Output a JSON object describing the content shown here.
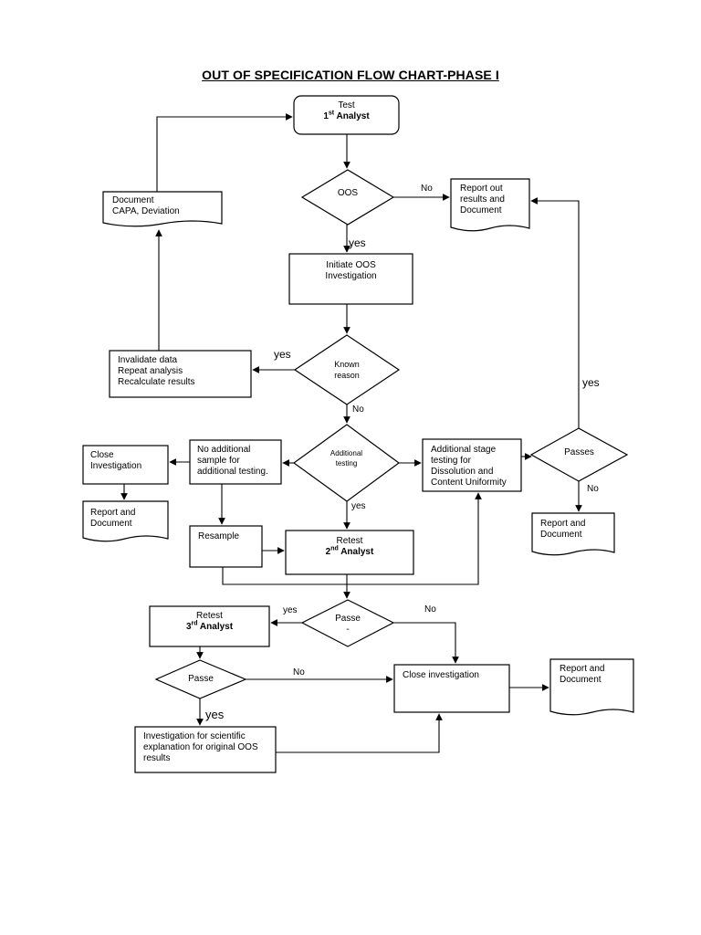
{
  "title": "OUT OF SPECIFICATION FLOW CHART-PHASE I",
  "nodes": {
    "test": {
      "line1": "Test",
      "line2": "1",
      "sup": "st",
      "line2_rest": " Analyst"
    },
    "oos": {
      "text": "OOS"
    },
    "report_out": {
      "line1": "Report out",
      "line2": "results and",
      "line3": "Document"
    },
    "document_capa": {
      "line1": "Document",
      "line2": "CAPA, Deviation"
    },
    "initiate": {
      "line1": "Initiate OOS",
      "line2": "Investigation"
    },
    "known_reason": {
      "line1": "Known",
      "line2": "reason"
    },
    "invalidate": {
      "line1": "Invalidate data",
      "line2": "Repeat analysis",
      "line3": "Recalculate results"
    },
    "additional_testing": {
      "line1": "Additional",
      "line2": "testing"
    },
    "no_additional": {
      "line1": "No additional",
      "line2": "sample for",
      "line3": "additional testing."
    },
    "close_inv_left": {
      "line1": "Close",
      "line2": "Investigation"
    },
    "report_left": {
      "line1": "Report and",
      "line2": "Document"
    },
    "additional_stage": {
      "line1": "Additional stage",
      "line2": "testing for",
      "line3": "Dissolution and",
      "line4": "Content Uniformity"
    },
    "passes": {
      "text": "Passes"
    },
    "report_right": {
      "line1": "Report and",
      "line2": "Document"
    },
    "resample": {
      "text": "Resample"
    },
    "retest2": {
      "line1": "Retest",
      "line2": "2",
      "sup": "nd",
      "line2_rest": " Analyst"
    },
    "passe_center": {
      "line1": "Passe",
      "line2": "-"
    },
    "retest3": {
      "line1": "Retest",
      "line2": "3",
      "sup": "rd",
      "line2_rest": " Analyst"
    },
    "passe_left": {
      "text": "Passe"
    },
    "close_inv_bottom": {
      "text": "Close investigation"
    },
    "report_bottom": {
      "line1": "Report and",
      "line2": "Document"
    },
    "investigation_sci": {
      "line1": "Investigation for scientific",
      "line2": "explanation for original OOS",
      "line3": "results"
    }
  },
  "edge_labels": {
    "oos_no": "No",
    "oos_yes": "yes",
    "known_yes": "yes",
    "known_no": "No",
    "passes_yes": "yes",
    "passes_no": "No",
    "add_yes": "yes",
    "passe_center_yes": "yes",
    "passe_center_no": "No",
    "passe_left_no": "No",
    "passe_left_yes": "yes"
  }
}
